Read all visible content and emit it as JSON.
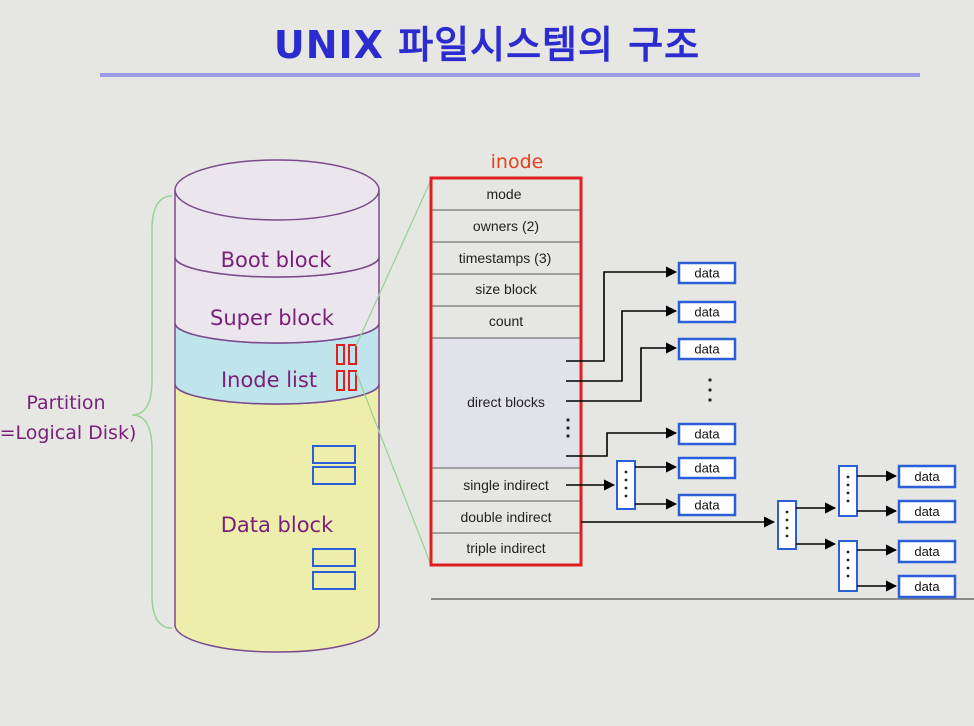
{
  "title": "UNIX 파일시스템의  구조",
  "colors": {
    "title": "#2b2bd0",
    "inode_border": "#e02020",
    "data_border": "#2a5fd8",
    "label": "#7a1f7a"
  },
  "disk": {
    "partition_label_line1": "Partition",
    "partition_label_line2": "=Logical Disk)",
    "sections": {
      "boot": "Boot block",
      "super": "Super block",
      "inode": "Inode list",
      "data": "Data block"
    }
  },
  "inode": {
    "title": "inode",
    "fields": {
      "mode": "mode",
      "owners": "owners (2)",
      "timestamps": "timestamps (3)",
      "size_block": "size block",
      "count": "count",
      "direct_blocks": "direct blocks",
      "single_indirect": "single indirect",
      "double_indirect": "double indirect",
      "triple_indirect": "triple indirect"
    }
  },
  "data_label": "data"
}
